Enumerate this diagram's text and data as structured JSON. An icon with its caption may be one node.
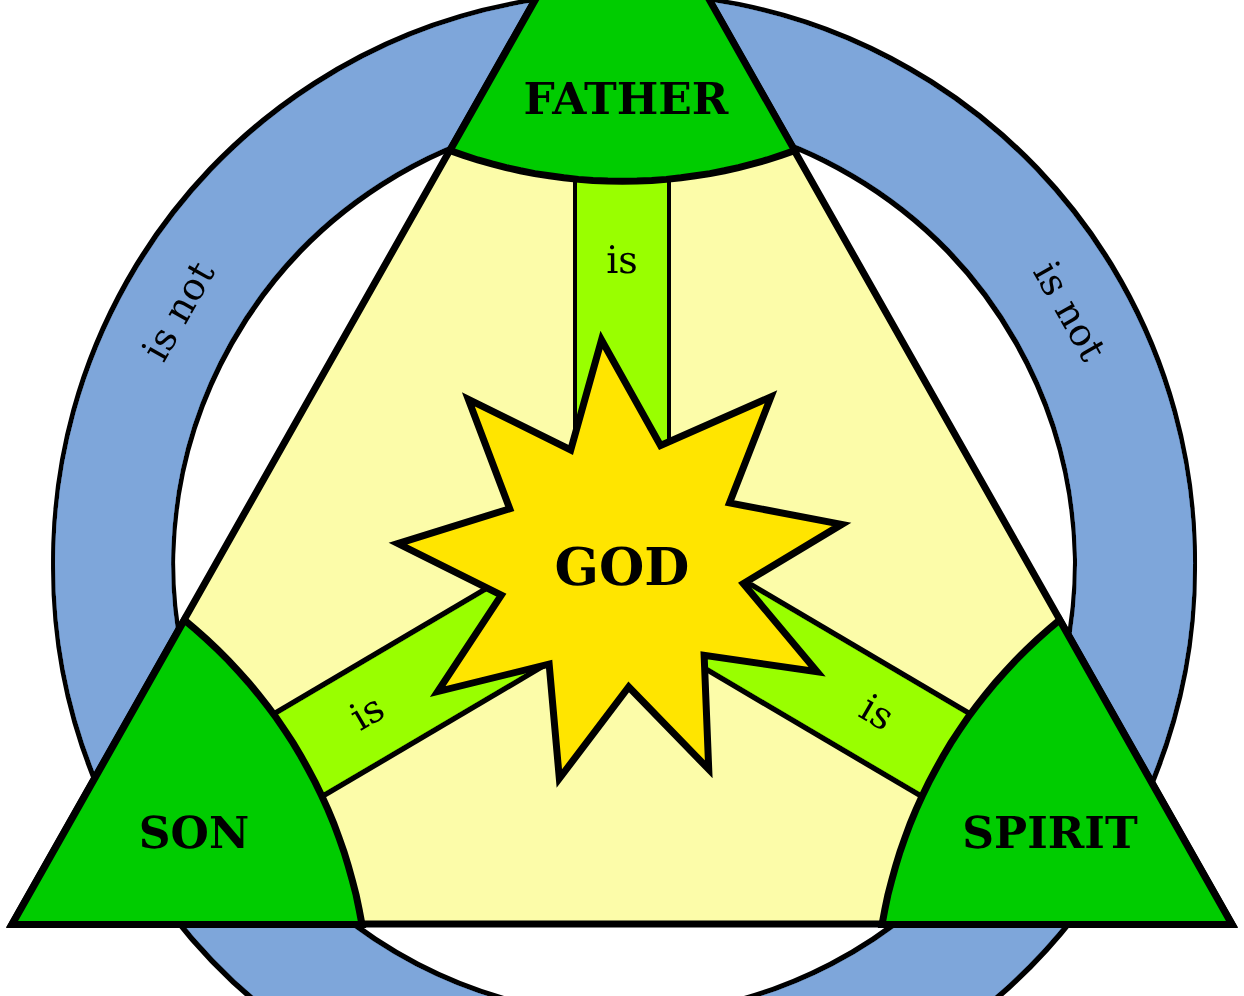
{
  "diagram": {
    "nodes": [
      {
        "text": [
          "FATHER"
        ]
      },
      {
        "text": [
          "GOD"
        ]
      },
      {
        "text": [
          "SON"
        ]
      },
      {
        "text": [
          "SPIRIT"
        ]
      }
    ],
    "edges": [
      {
        "from": 0,
        "to": 1,
        "arrow": "none",
        "label": "is",
        "color": "#99ff00"
      },
      {
        "from": 2,
        "to": 1,
        "arrow": "none",
        "label": "is",
        "color": "#99ff00"
      },
      {
        "from": 3,
        "to": 1,
        "arrow": "none",
        "label": "is",
        "color": "#99ff00"
      },
      {
        "from": 0,
        "to": 2,
        "arrow": "none",
        "label": "is not",
        "color": "#7ea6da"
      },
      {
        "from": 0,
        "to": 3,
        "arrow": "none",
        "label": "is not",
        "color": "#7ea6da"
      },
      {
        "from": 2,
        "to": 3,
        "arrow": "none",
        "color": "#7ea6da"
      }
    ]
  }
}
